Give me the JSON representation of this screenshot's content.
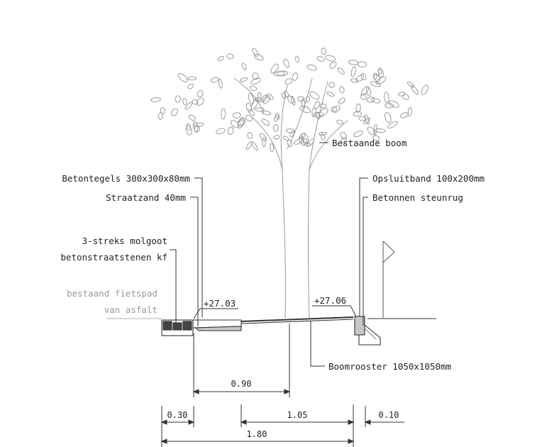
{
  "labels": {
    "tree": "Bestaande boom",
    "paving_tiles": "Betontegels 300x300x80mm",
    "sand_bed": "Straatzand 40mm",
    "gutter_line1": "3-streks molgoot",
    "gutter_line2": "betonstraatstenen kf",
    "bike_path_line1": "bestaand fietspad",
    "bike_path_line2": "van asfalt",
    "kerb": "Opsluitband 100x200mm",
    "backing": "Betonnen steunrug",
    "grate": "Boomrooster 1050x1050mm"
  },
  "levels": {
    "left": "+27.03",
    "right": "+27.06"
  },
  "dimensions": {
    "d_090": "0.90",
    "d_030": "0.30",
    "d_105": "1.05",
    "d_010": "0.10",
    "d_180": "1.80"
  },
  "colors": {
    "line": "#333333",
    "tree": "#9a9a9a",
    "muted_text": "#9a9a9a",
    "fill_dark": "#444444",
    "fill_light": "#c8c8c8"
  }
}
